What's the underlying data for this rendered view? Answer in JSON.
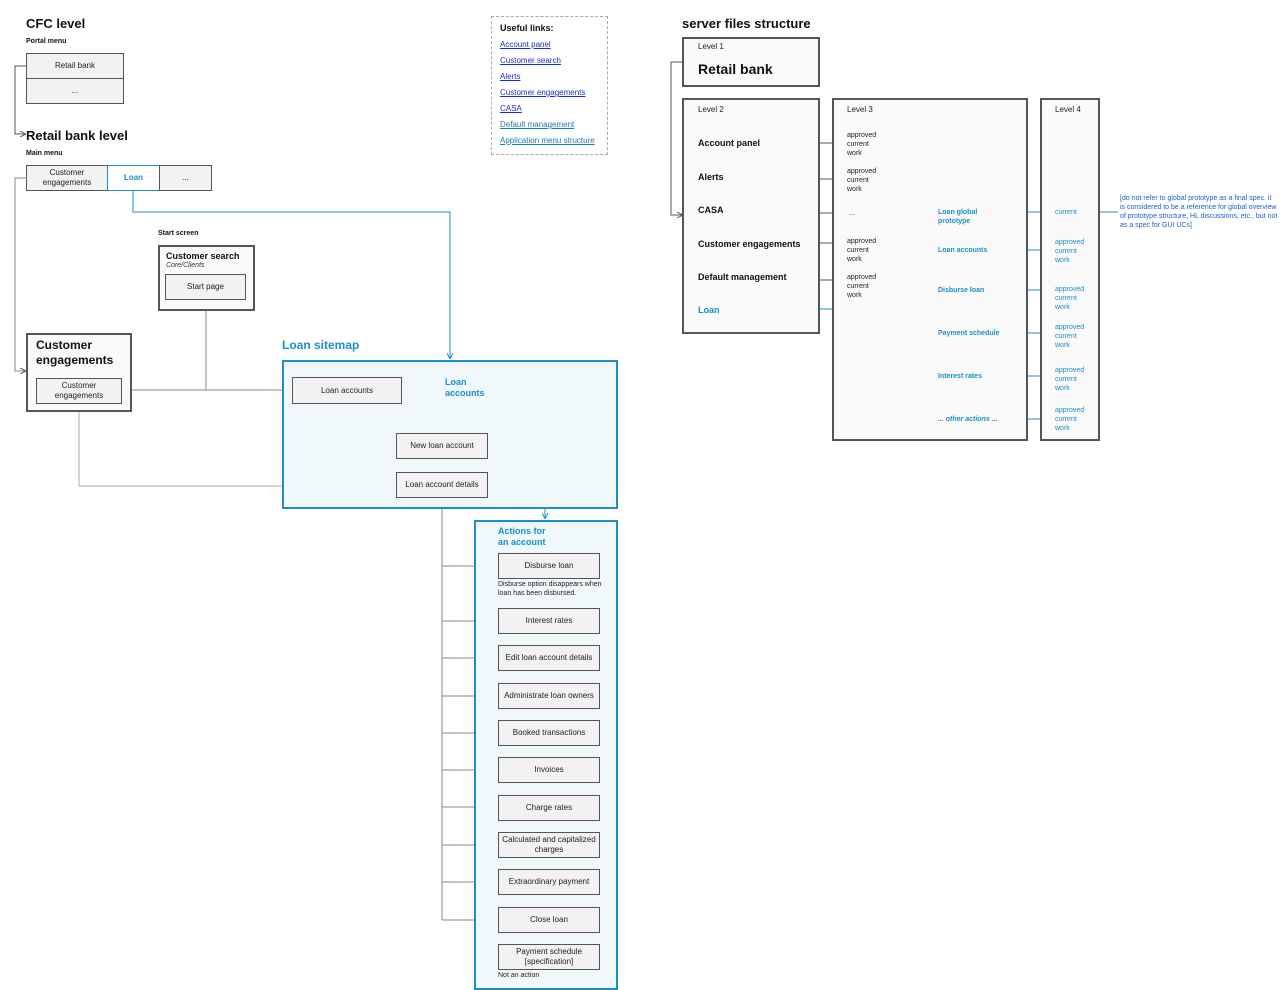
{
  "cfc": {
    "title": "CFC level",
    "portal_menu_label": "Portal menu",
    "portal_items": [
      "Retail bank",
      "..."
    ]
  },
  "retail": {
    "title": "Retail bank level",
    "main_menu_label": "Main menu",
    "menu_items": [
      "Customer engagements",
      "Loan",
      "..."
    ]
  },
  "start_screen": {
    "label": "Start screen",
    "title": "Customer search",
    "subtitle": "Core/Clients",
    "start_page": "Start page"
  },
  "customer_engagements": {
    "title": "Customer engagements",
    "inner": "Customer engagements"
  },
  "loan_sitemap": {
    "title": "Loan sitemap",
    "section_label": "Loan accounts",
    "loan_accounts": "Loan accounts",
    "new_loan_account": "New loan account",
    "loan_account_details": "Loan account details"
  },
  "actions": {
    "title": "Actions for an account",
    "disburse_note": "Disburse option disappears when loan has been disbursed.",
    "payment_note": "Not an action",
    "items": [
      "Disburse loan",
      "Interest rates",
      "Edit loan account details",
      "Administrate loan owners",
      "Booked transactions",
      "Invoices",
      "Charge rates",
      "Calculated and capitalized charges",
      "Extraordinary payment",
      "Close loan",
      "Payment schedule [specification]"
    ]
  },
  "useful_links": {
    "title": "Useful links:",
    "links": [
      "Account panel",
      "Customer search",
      "Alerts",
      "Customer engagements",
      "CASA",
      "Default management",
      "Application menu structure"
    ]
  },
  "server": {
    "title": "server files structure",
    "level1": "Level 1",
    "level1_name": "Retail bank",
    "level2": "Level 2",
    "level3": "Level 3",
    "level4": "Level 4",
    "level2_items": [
      "Account panel",
      "Alerts",
      "CASA",
      "Customer engagements",
      "Default management",
      "Loan"
    ],
    "acw": [
      "approved",
      "current",
      "work"
    ],
    "ellipsis": "...",
    "loan_items": [
      "Loan global prototype",
      "Loan accounts",
      "Disburse loan",
      "Payment schedule",
      "Interest rates",
      "... other actions ..."
    ],
    "current": "current",
    "note": "[do not refer to global prototype as a final spec. it is considered to be a reference for global overview of prototype structure, HL discussions, etc., but not as a spec for GUI UCs]"
  }
}
